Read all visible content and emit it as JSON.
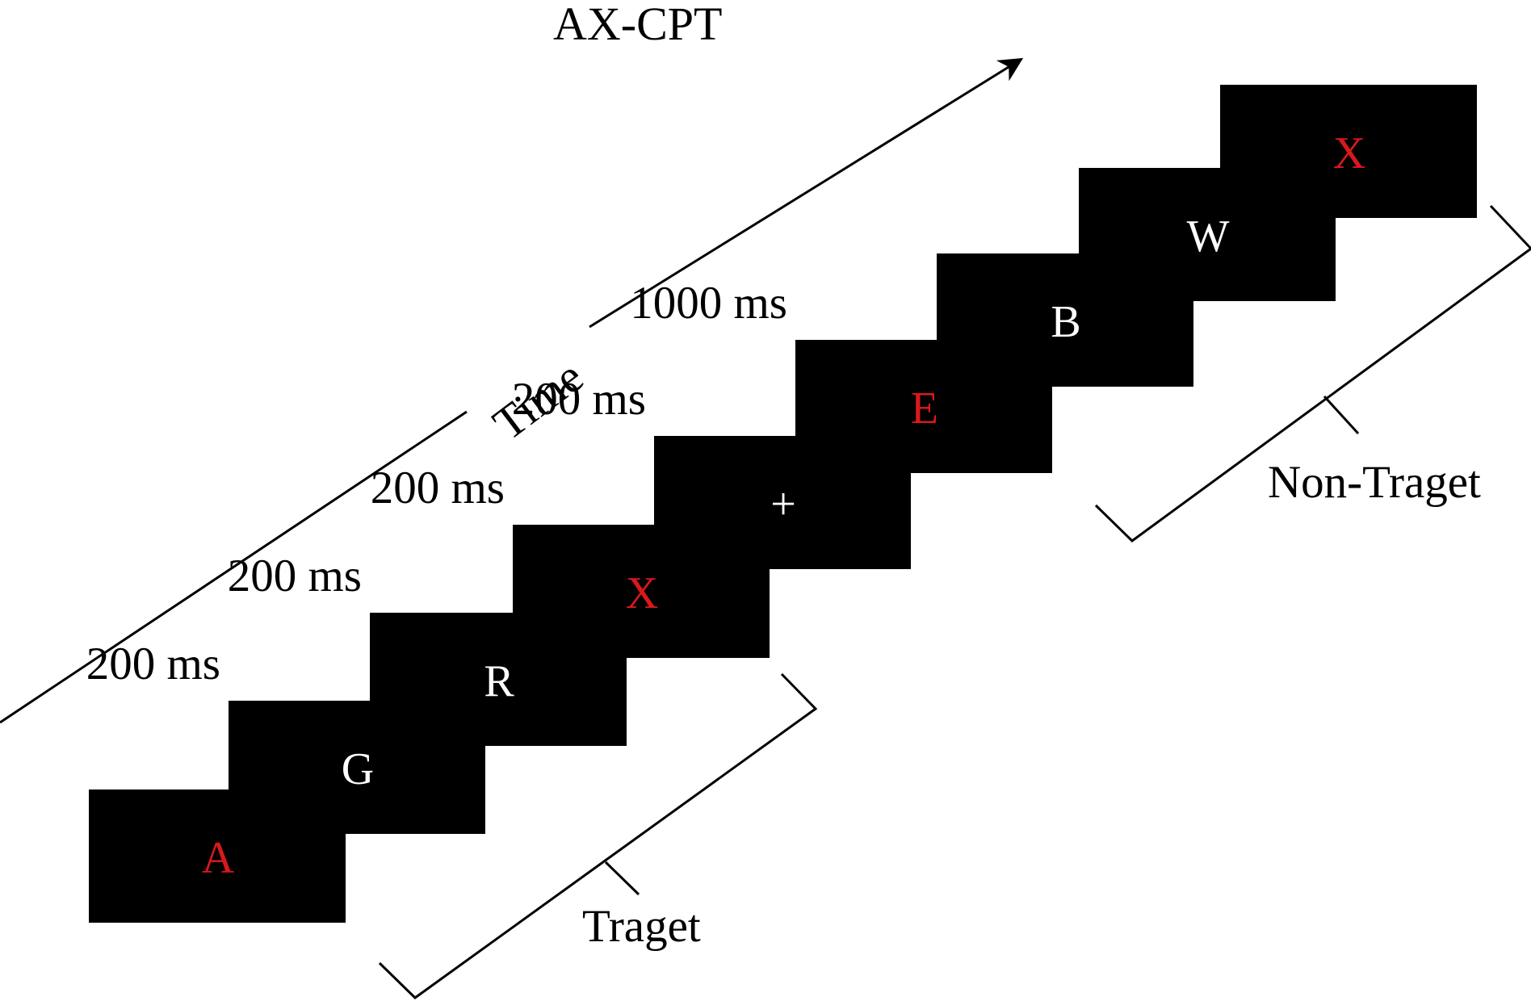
{
  "title": "AX-CPT",
  "axis_label": "Time",
  "colors": {
    "cue": "#d7191c",
    "neutral": "#ffffff",
    "screen": "#000000"
  },
  "stimuli": [
    {
      "letter": "A",
      "color": "red"
    },
    {
      "letter": "G",
      "color": "white"
    },
    {
      "letter": "R",
      "color": "white"
    },
    {
      "letter": "X",
      "color": "red"
    },
    {
      "letter": "+",
      "color": "white"
    },
    {
      "letter": "E",
      "color": "red"
    },
    {
      "letter": "B",
      "color": "white"
    },
    {
      "letter": "W",
      "color": "white"
    },
    {
      "letter": "X",
      "color": "red"
    }
  ],
  "durations": [
    "200 ms",
    "200 ms",
    "200 ms",
    "200 ms",
    "1000 ms"
  ],
  "brackets": {
    "target": "Traget",
    "non_target": "Non-Traget"
  }
}
